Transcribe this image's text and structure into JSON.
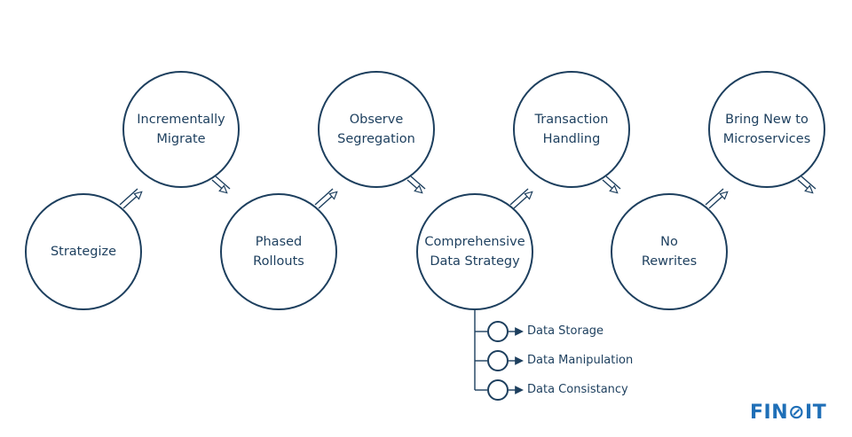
{
  "steps": [
    {
      "label": "Strategize"
    },
    {
      "label": "Incrementally\nMigrate"
    },
    {
      "label": "Phased\nRollouts"
    },
    {
      "label": "Observe\nSegregation"
    },
    {
      "label": "Comprehensive\nData Strategy"
    },
    {
      "label": "Transaction\nHandling"
    },
    {
      "label": "No\nRewrites"
    },
    {
      "label": "Bring New to\nMicroservices"
    }
  ],
  "data_strategy_items": [
    {
      "label": "Data Storage"
    },
    {
      "label": "Data Manipulation"
    },
    {
      "label": "Data Consistancy"
    }
  ],
  "logo": {
    "text": "FIN⊘IT"
  },
  "colors": {
    "stroke": "#1d3f5e",
    "logo": "#1f6fb7"
  }
}
